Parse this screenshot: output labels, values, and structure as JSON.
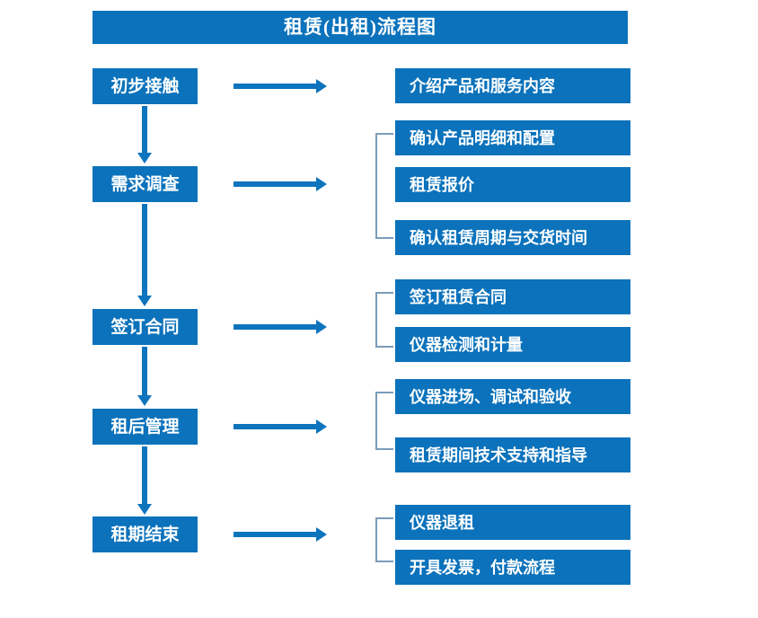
{
  "title": "租赁(出租)流程图",
  "colors": {
    "box_blue": "#0b72bb",
    "arrow_blue": "#0d74bd",
    "bracket_gray_blue": "#7b9cba",
    "text_white": "#ffffff",
    "background": "#ffffff"
  },
  "stages": [
    {
      "label": "初步接触"
    },
    {
      "label": "需求调查"
    },
    {
      "label": "签订合同"
    },
    {
      "label": "租后管理"
    },
    {
      "label": "租期结束"
    }
  ],
  "details": [
    {
      "label": "介绍产品和服务内容"
    },
    {
      "label": "确认产品明细和配置"
    },
    {
      "label": "租赁报价"
    },
    {
      "label": "确认租赁周期与交货时间"
    },
    {
      "label": "签订租赁合同"
    },
    {
      "label": "仪器检测和计量"
    },
    {
      "label": "仪器进场、调试和验收"
    },
    {
      "label": "租赁期间技术支持和指导"
    },
    {
      "label": "仪器退租"
    },
    {
      "label": "开具发票，付款流程"
    }
  ],
  "chart_data": {
    "type": "diagram",
    "title": "租赁(出租)流程图",
    "diagram_kind": "flowchart",
    "orientation": "top-to-bottom with right-side detail branches",
    "nodes": [
      {
        "id": "s1",
        "column": "left",
        "label": "初步接触"
      },
      {
        "id": "s2",
        "column": "left",
        "label": "需求调查"
      },
      {
        "id": "s3",
        "column": "left",
        "label": "签订合同"
      },
      {
        "id": "s4",
        "column": "left",
        "label": "租后管理"
      },
      {
        "id": "s5",
        "column": "left",
        "label": "租期结束"
      },
      {
        "id": "d1",
        "column": "right",
        "label": "介绍产品和服务内容"
      },
      {
        "id": "d2",
        "column": "right",
        "label": "确认产品明细和配置"
      },
      {
        "id": "d3",
        "column": "right",
        "label": "租赁报价"
      },
      {
        "id": "d4",
        "column": "right",
        "label": "确认租赁周期与交货时间"
      },
      {
        "id": "d5",
        "column": "right",
        "label": "签订租赁合同"
      },
      {
        "id": "d6",
        "column": "right",
        "label": "仪器检测和计量"
      },
      {
        "id": "d7",
        "column": "right",
        "label": "仪器进场、调试和验收"
      },
      {
        "id": "d8",
        "column": "right",
        "label": "租赁期间技术支持和指导"
      },
      {
        "id": "d9",
        "column": "right",
        "label": "仪器退租"
      },
      {
        "id": "d10",
        "column": "right",
        "label": "开具发票，付款流程"
      }
    ],
    "edges": [
      {
        "from": "s1",
        "to": "s2",
        "type": "vertical-arrow"
      },
      {
        "from": "s2",
        "to": "s3",
        "type": "vertical-arrow"
      },
      {
        "from": "s3",
        "to": "s4",
        "type": "vertical-arrow"
      },
      {
        "from": "s4",
        "to": "s5",
        "type": "vertical-arrow"
      },
      {
        "from": "s1",
        "to": "d1",
        "type": "horizontal-arrow"
      },
      {
        "from": "s2",
        "to": [
          "d2",
          "d3",
          "d4"
        ],
        "type": "horizontal-arrow-bracket"
      },
      {
        "from": "s3",
        "to": [
          "d5",
          "d6"
        ],
        "type": "horizontal-arrow-bracket"
      },
      {
        "from": "s4",
        "to": [
          "d7",
          "d8"
        ],
        "type": "horizontal-arrow-bracket"
      },
      {
        "from": "s5",
        "to": [
          "d9",
          "d10"
        ],
        "type": "horizontal-arrow-bracket"
      }
    ]
  }
}
